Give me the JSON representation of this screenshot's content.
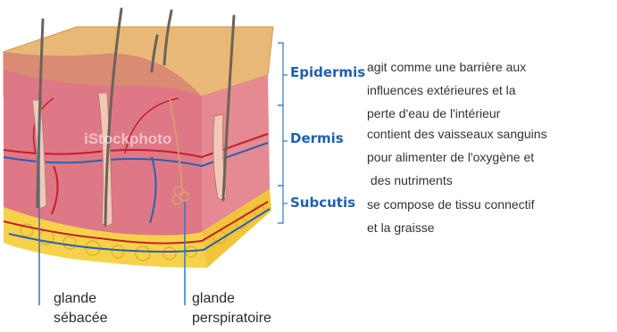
{
  "layers": {
    "epidermis": {
      "name": "Epidermis",
      "description": [
        "agit comme une barrière aux",
        "influences extérieures et la",
        "perte d'eau de l'intérieur"
      ]
    },
    "dermis": {
      "name": "Dermis",
      "description": [
        "contient des vaisseaux sanguins",
        "pour alimenter de l'oxygène et",
        " des nutriments"
      ]
    },
    "subcutis": {
      "name": "Subcutis",
      "description": [
        "se compose de tissu connectif",
        "et la graisse"
      ]
    }
  },
  "callouts": {
    "sebaceous": [
      "glande",
      "sébacée"
    ],
    "sweat": [
      "glande",
      "perspiratoire"
    ]
  },
  "watermark": "iStockphoto",
  "colors": {
    "label_blue": "#1f5fb0",
    "epidermis_top": "#e6b36e",
    "dermis": "#e07a86",
    "fat": "#f6d24a"
  }
}
